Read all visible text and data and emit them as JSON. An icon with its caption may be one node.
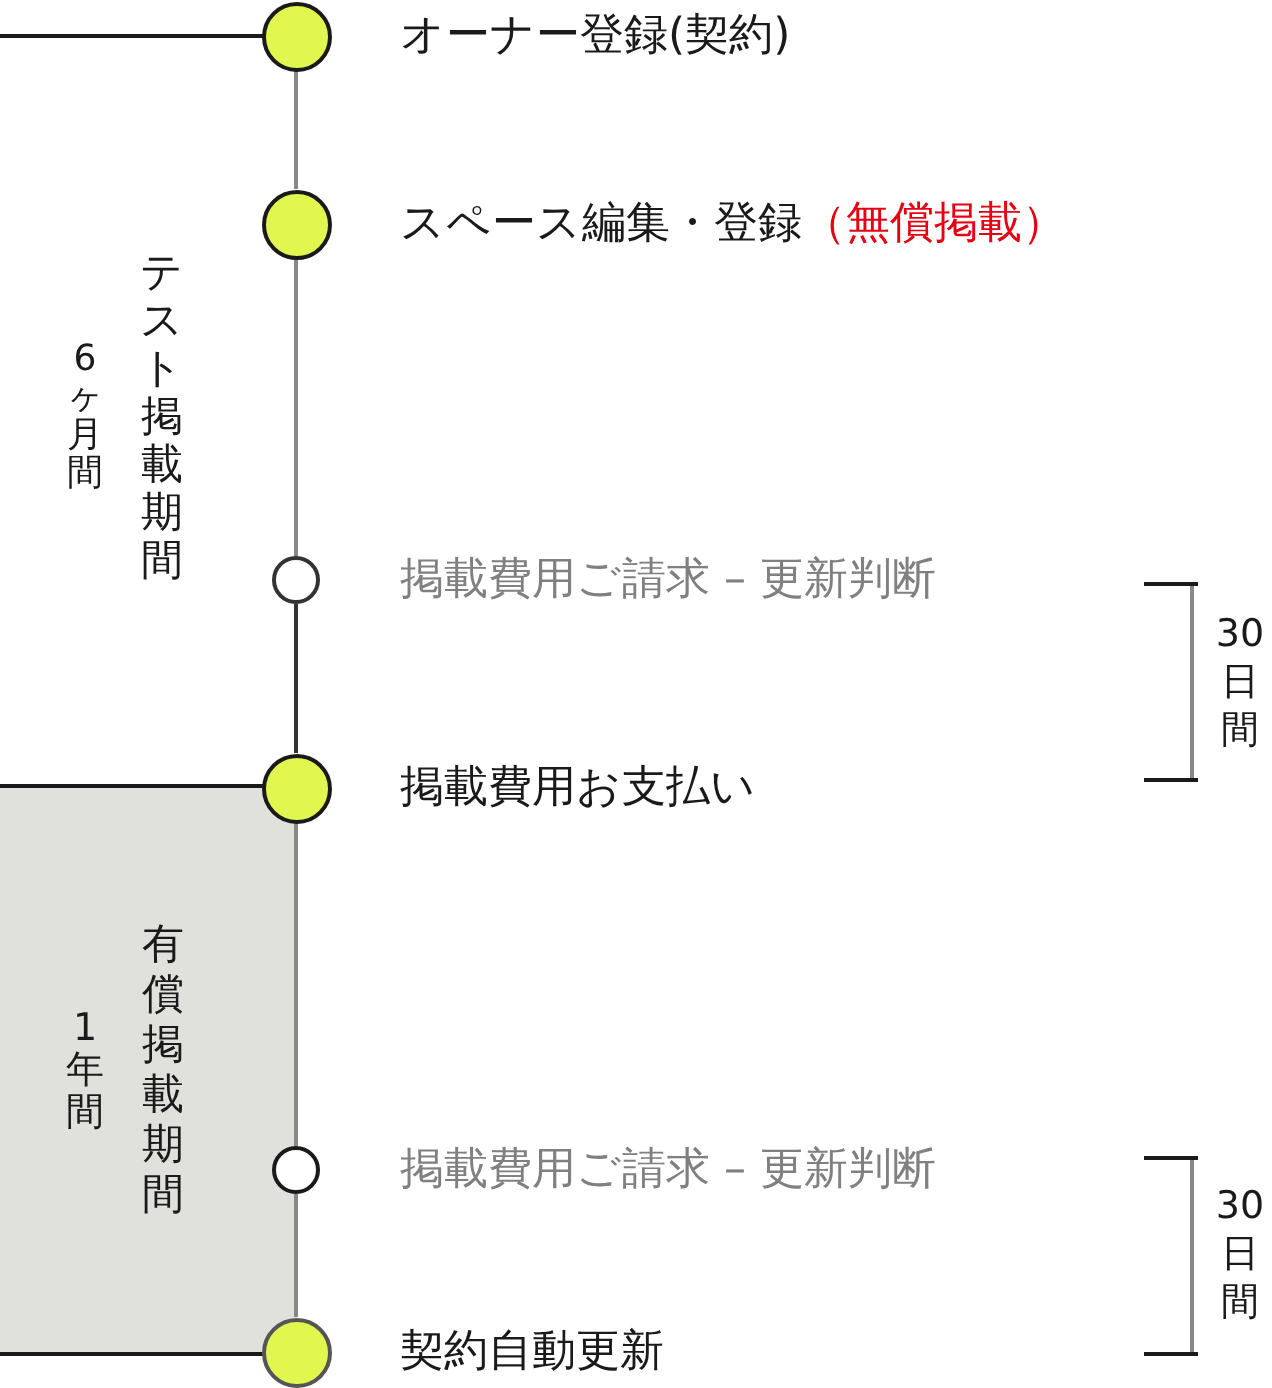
{
  "diagram": {
    "nodes": [
      {
        "text": [
          "テスト掲載期間 6ヶ月間"
        ]
      },
      {
        "text": [],
        "shape": "circle",
        "beside": [
          "オーナー登録(契約)"
        ]
      },
      {
        "text": [],
        "shape": "circle",
        "beside": [
          "スペース編集・登録",
          "（無償掲載）"
        ]
      },
      {
        "text": [],
        "shape": "circle",
        "beside": [
          "掲載費用ご請求 – 更新判断"
        ]
      },
      {
        "text": [],
        "shape": "circle",
        "beside": [
          "掲載費用お支払い"
        ]
      },
      {
        "text": [
          "有償掲載期間 1年間"
        ]
      },
      {
        "text": [],
        "shape": "circle",
        "beside": [
          "掲載費用ご請求 – 更新判断"
        ]
      },
      {
        "text": [],
        "shape": "circle",
        "beside": [
          "契約自動更新"
        ]
      }
    ],
    "edges": [
      {
        "from": 1,
        "to": 2,
        "arrow": "none"
      },
      {
        "from": 2,
        "to": 3,
        "arrow": "none"
      },
      {
        "from": 3,
        "to": 4,
        "arrow": "none",
        "color": "#333333"
      },
      {
        "from": 4,
        "to": 6,
        "arrow": "none"
      },
      {
        "from": 6,
        "to": 7,
        "arrow": "none"
      }
    ],
    "labels": [
      "30日間",
      "30日間"
    ]
  }
}
